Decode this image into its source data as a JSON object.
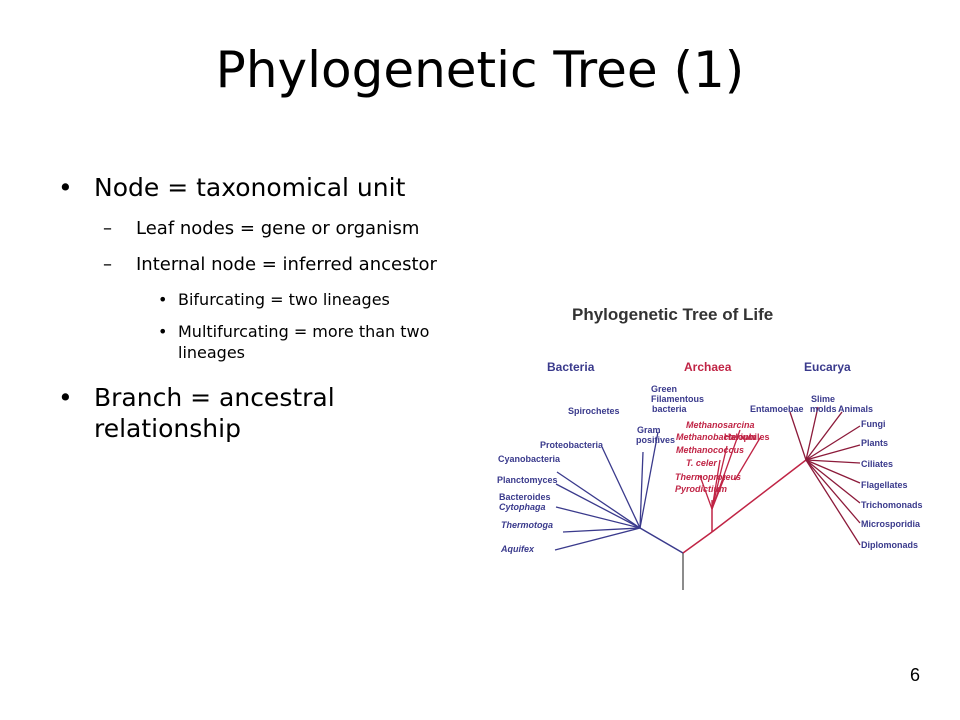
{
  "slide": {
    "title": "Phylogenetic Tree (1)",
    "page_number": "6",
    "bullets": {
      "node": "Node = taxonomical unit",
      "leaf": "Leaf nodes = gene or organism",
      "internal": "Internal node = inferred ancestor",
      "bifurcating": "Bifurcating = two lineages",
      "multifurcating": "Multifurcating = more than two lineages",
      "branch": "Branch = ancestral relationship"
    },
    "bullet_marker": "•",
    "dash_marker": "–"
  },
  "figure": {
    "title": "Phylogenetic Tree of Life",
    "colors": {
      "bacteria": "#3a3a8c",
      "archaea": "#c02445",
      "eucarya": "#8c1a3a",
      "trunk": "#666666"
    },
    "domains": {
      "bacteria": "Bacteria",
      "archaea": "Archaea",
      "eucarya": "Eucarya"
    },
    "bacteria_labels": [
      "Green",
      "Filamentous",
      "bacteria",
      "Spirochetes",
      "Gram",
      "positives",
      "Proteobacteria",
      "Cyanobacteria",
      "Planctomyces",
      "Bacteroides",
      "Cytophaga",
      "Thermotoga",
      "Aquifex"
    ],
    "archaea_labels": [
      "Methanosarcina",
      "Methanobacterium",
      "Halophiles",
      "Methanococcus",
      "T. celer",
      "Thermoproteus",
      "Pyrodictium"
    ],
    "eucarya_labels": [
      "Entamoebae",
      "Slime",
      "molds",
      "Animals",
      "Fungi",
      "Plants",
      "Ciliates",
      "Flagellates",
      "Trichomonads",
      "Microsporidia",
      "Diplomonads"
    ]
  }
}
